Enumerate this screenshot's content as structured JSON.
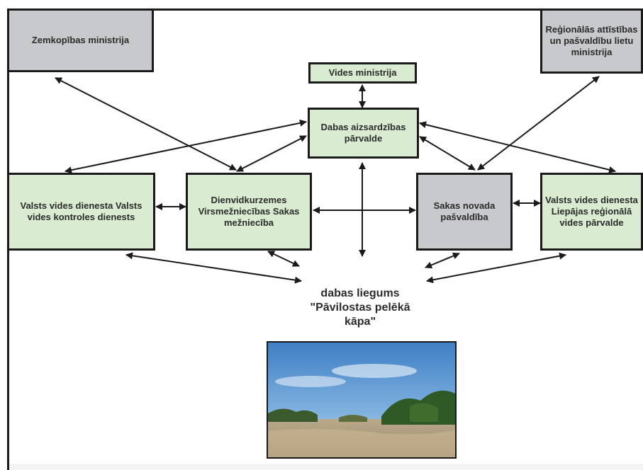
{
  "nodes": {
    "zemkopibas": "Zemkopības ministrija",
    "regionalas": "Reģionālās attīstības un pašvaldību lietu ministrija",
    "vides_ministrija": "Vides ministrija",
    "dabas_parvalde": "Dabas aizsardzības pārvalde",
    "valsts_vides_dienests": "Valsts vides dienesta Valsts vides kontroles dienests",
    "dienvidkurzemes": "Dienvidkurzemes Virsmežniecības Sakas mežniecība",
    "sakas_novada": "Sakas novada pašvaldība",
    "valsts_vides_liepajas": "Valsts vides dienesta Liepājas reģionālā vides pārvalde"
  },
  "reserve_label": "dabas liegums \"Pāvilostas pelēkā kāpa\"",
  "colors": {
    "green_box": "#d9ecd1",
    "grey_box": "#c8c9cc",
    "outline": "#1a1a1a"
  }
}
